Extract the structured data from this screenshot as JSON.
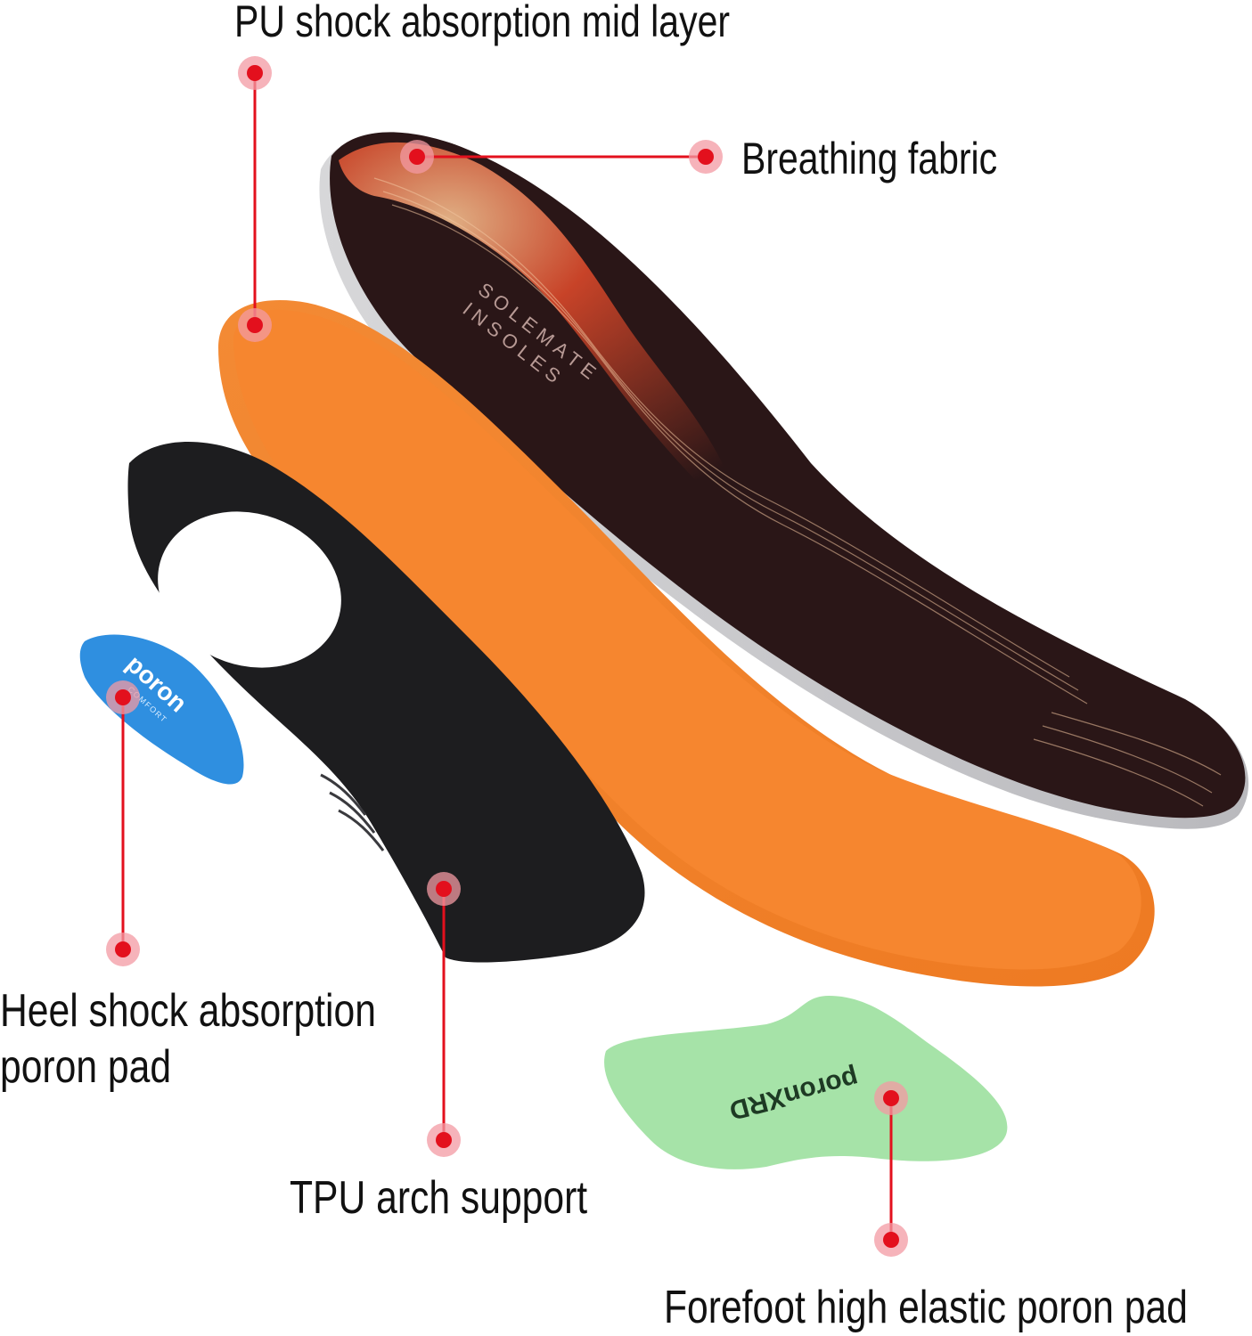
{
  "labels": {
    "pu_mid_layer": "PU shock absorption mid layer",
    "breathing_fabric": "Breathing fabric",
    "heel_pad_line1": "Heel shock absorption",
    "heel_pad_line2": "poron pad",
    "tpu_arch": "TPU arch support",
    "forefoot_pad": "Forefoot high elastic poron pad"
  },
  "product_marks": {
    "insole_brand_line1": "SOLEMATE",
    "insole_brand_line2": "INSOLES",
    "heel_pad_brand": "poron",
    "heel_pad_sub": "COMFORT",
    "forefoot_pad_brand": "poronXRD"
  },
  "colors": {
    "marker_red": "#e3101d",
    "marker_halo": "#f39aa3",
    "insole_top_dark": "#2a1617",
    "insole_swirl": "#d9482a",
    "mid_layer_orange": "#f6862f",
    "arch_black": "#1d1d1f",
    "heel_pad_blue": "#2f8fe0",
    "forefoot_pad_green": "#a6e3a8"
  }
}
